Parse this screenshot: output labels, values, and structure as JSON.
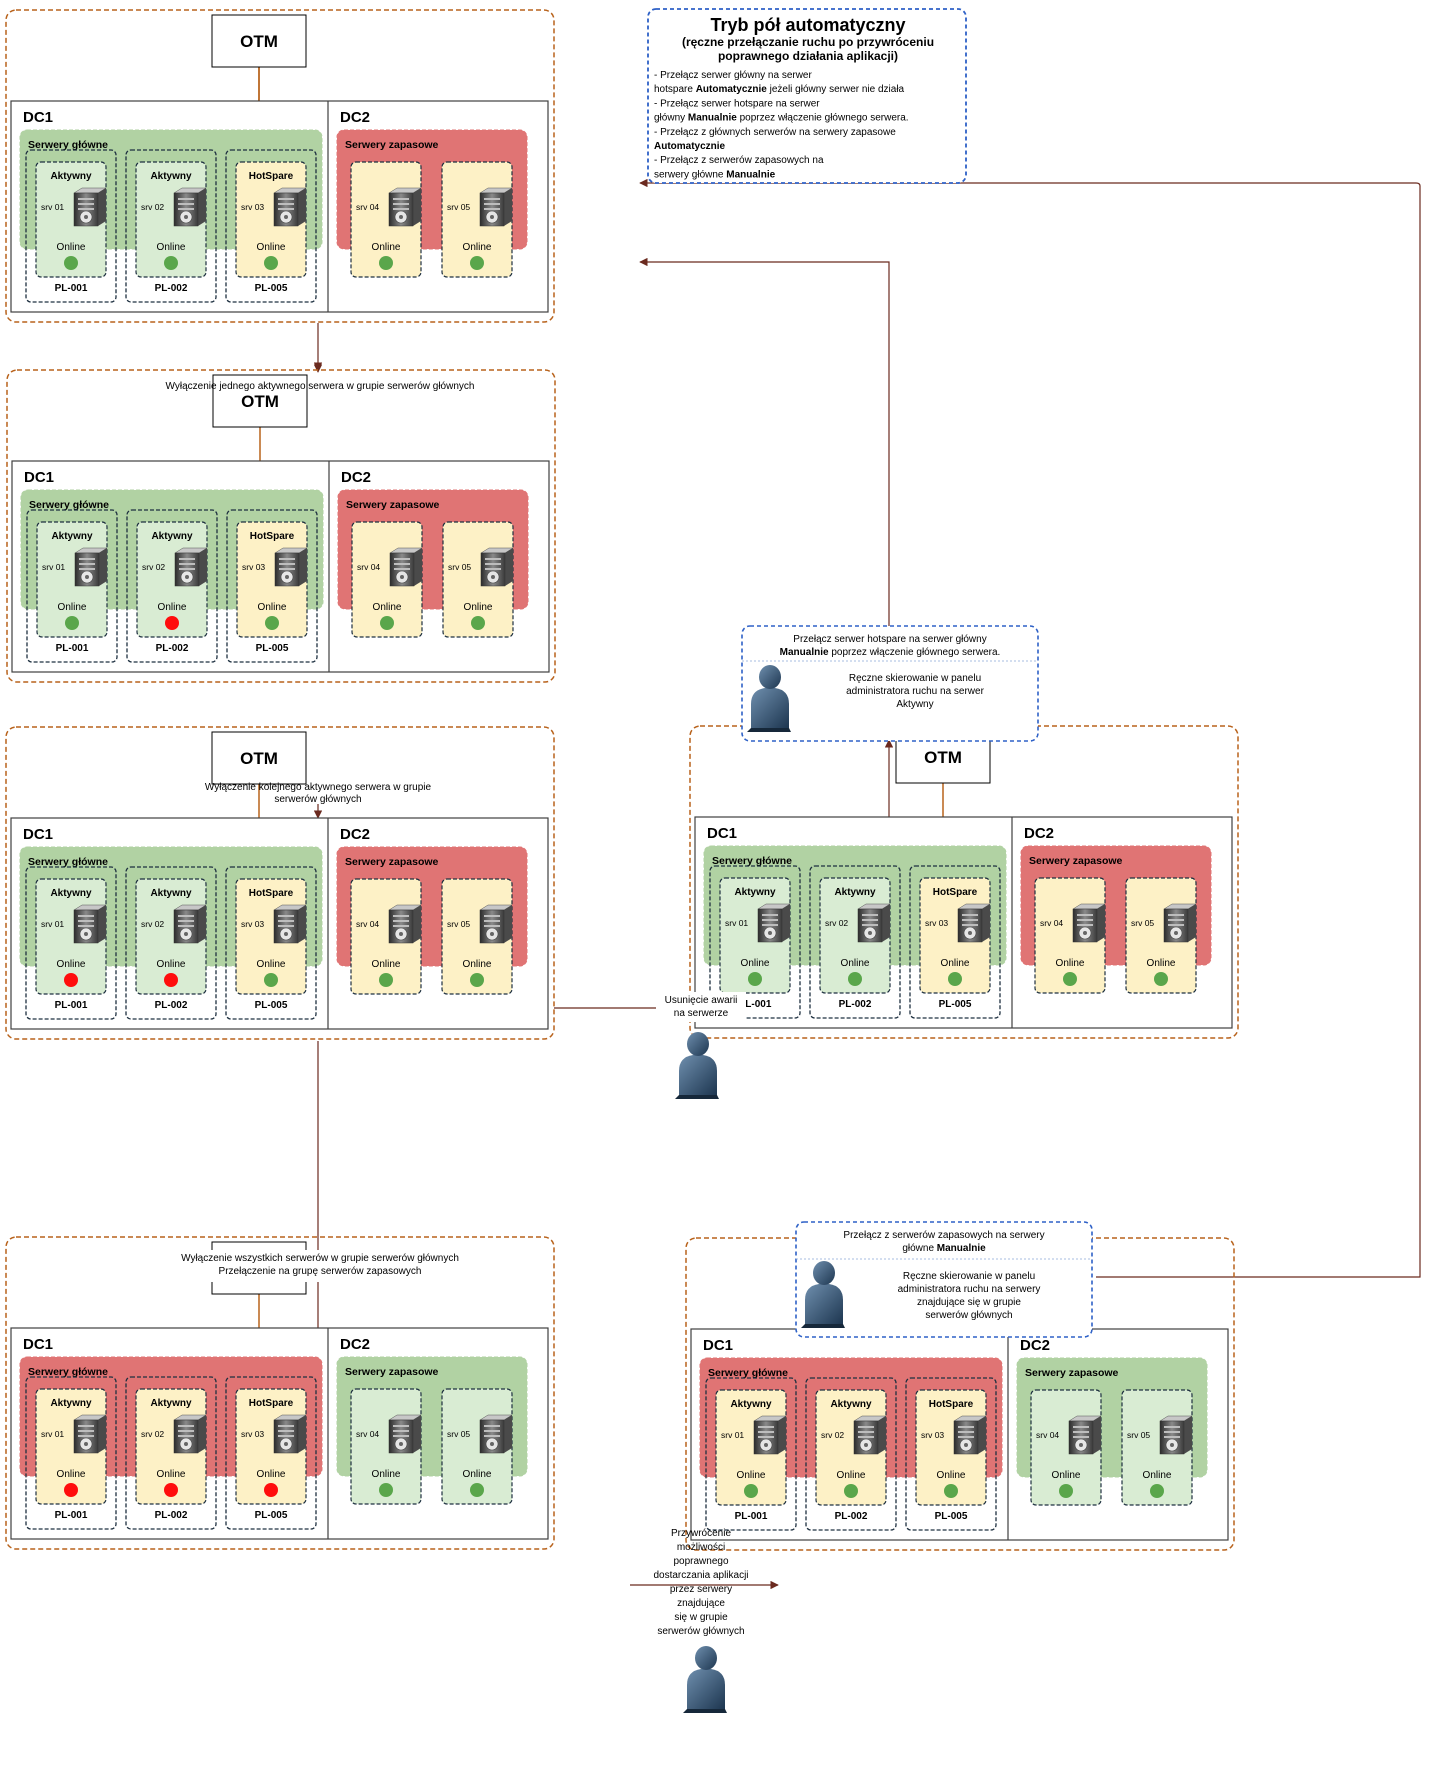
{
  "colors": {
    "scenario_border": "#b8621b",
    "dc_border": "#404040",
    "group_green": "#b1d2a3",
    "group_red": "#e07474",
    "card_yellow": "#fdf1c6",
    "card_green": "#d9ecd3",
    "status_green": "#5aa64b",
    "status_red": "#ff0d0d",
    "arrow_orange": "#b8621b",
    "arrow_dark": "#6b2a1f",
    "note_border": "#2e61c7"
  },
  "legend": {
    "title": "Tryb pół automatyczny",
    "subtitle": [
      "(ręczne przełączanie ruchu po przywróceniu",
      "poprawnego działania aplikacji)"
    ],
    "lines": [
      [
        {
          "t": "- Przełącz serwer główny na serwer",
          "b": false
        }
      ],
      [
        {
          "t": "hotspare ",
          "b": false
        },
        {
          "t": "Automatycznie",
          "b": true
        },
        {
          "t": " jeżeli główny serwer nie działa",
          "b": false
        }
      ],
      [
        {
          "t": "- Przełącz serwer hotspare na serwer",
          "b": false
        }
      ],
      [
        {
          "t": "główny ",
          "b": false
        },
        {
          "t": "Manualnie",
          "b": true
        },
        {
          "t": " poprzez włączenie głównego serwera.",
          "b": false
        }
      ],
      [
        {
          "t": "- Przełącz z głównych serwerów na serwery zapasowe",
          "b": false
        }
      ],
      [
        {
          "t": "Automatycznie",
          "b": true
        }
      ],
      [
        {
          "t": "- Przełącz z  serwerów zapasowych na",
          "b": false
        }
      ],
      [
        {
          "t": "serwery główne ",
          "b": false
        },
        {
          "t": "Manualnie",
          "b": true
        }
      ]
    ]
  },
  "labels": {
    "otm": "OTM",
    "dc1": "DC1",
    "dc2": "DC2",
    "primary_group": "Serwery główne",
    "backup_group": "Serwery zapasowe",
    "active": "Aktywny",
    "hotspare": "HotSpare",
    "online": "Online"
  },
  "servers": {
    "srv01": "srv 01",
    "srv02": "srv 02",
    "srv03": "srv 03",
    "srv04": "srv 04",
    "srv05": "srv 05",
    "pl001": "PL-001",
    "pl002": "PL-002",
    "pl005": "PL-005"
  },
  "scenarios": [
    {
      "id": "s1",
      "primary_group": "green",
      "backup_group": "red",
      "status": [
        "green",
        "green",
        "green",
        "green",
        "green"
      ]
    },
    {
      "id": "s2",
      "primary_group": "green",
      "backup_group": "red",
      "status": [
        "green",
        "red",
        "green",
        "green",
        "green"
      ]
    },
    {
      "id": "s3",
      "primary_group": "green",
      "backup_group": "red",
      "status": [
        "red",
        "red",
        "green",
        "green",
        "green"
      ]
    },
    {
      "id": "s4",
      "primary_group": "red",
      "backup_group": "green",
      "status": [
        "red",
        "red",
        "red",
        "green",
        "green"
      ]
    },
    {
      "id": "s5",
      "primary_group": "green",
      "backup_group": "red",
      "status": [
        "green",
        "green",
        "green",
        "green",
        "green"
      ]
    },
    {
      "id": "s6",
      "primary_group": "red",
      "backup_group": "green",
      "status": [
        "green",
        "green",
        "green",
        "green",
        "green"
      ]
    }
  ],
  "transitions": {
    "t1": "Wyłączenie jednego aktywnego serwera w grupie serwerów głównych",
    "t2": [
      "Wyłączenie kolejnego aktywnego serwera w grupie",
      "serwerów głównych"
    ],
    "t3": [
      "Wyłączenie wszystkich serwerów w grupie serwerów głównych",
      "Przełączenie na grupę serwerów zapasowych"
    ],
    "t4": [
      "Usunięcie awarii",
      "na serwerze"
    ],
    "t5": [
      "Przywrócenie",
      "możliwości",
      "poprawnego",
      "dostarczania aplikacji",
      "przez serwery",
      "znajdujące",
      "się w grupie",
      "serwerów głównych"
    ]
  },
  "notes": {
    "hotspare": {
      "top": [
        [
          {
            "t": "Przełącz serwer hotspare na serwer główny",
            "b": false
          }
        ],
        [
          {
            "t": "Manualnie",
            "b": true
          },
          {
            "t": " poprzez włączenie głównego serwera.",
            "b": false
          }
        ]
      ],
      "bottom": [
        "Ręczne skierowanie w panelu",
        "administratora ruchu na serwer",
        "Aktywny"
      ]
    },
    "backup": {
      "top": [
        [
          {
            "t": "Przełącz z  serwerów zapasowych na serwery",
            "b": false
          }
        ],
        [
          {
            "t": "główne  ",
            "b": false
          },
          {
            "t": "Manualnie",
            "b": true
          }
        ]
      ],
      "bottom": [
        "Ręczne skierowanie w panelu",
        "administratora ruchu na serwery",
        "znajdujące się w grupie",
        "serwerów głównych"
      ]
    }
  }
}
